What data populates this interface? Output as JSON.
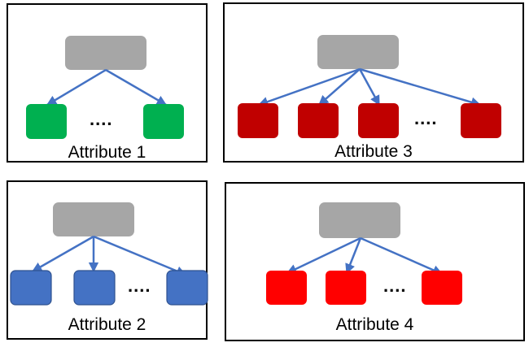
{
  "colors": {
    "root": "#a6a6a6",
    "arrow": "#4472c4",
    "attribute_1": "#00b050",
    "attribute_2": "#4472c4",
    "attribute_3": "#c00000",
    "attribute_4": "#ff0000"
  },
  "panels": [
    {
      "id": "attribute-1",
      "caption": "Attribute 1",
      "ellipsis": "....",
      "child_count": 2
    },
    {
      "id": "attribute-2",
      "caption": "Attribute 2",
      "ellipsis": "....",
      "child_count": 3
    },
    {
      "id": "attribute-3",
      "caption": "Attribute 3",
      "ellipsis": "....",
      "child_count": 4
    },
    {
      "id": "attribute-4",
      "caption": "Attribute 4",
      "ellipsis": "....",
      "child_count": 3
    }
  ]
}
